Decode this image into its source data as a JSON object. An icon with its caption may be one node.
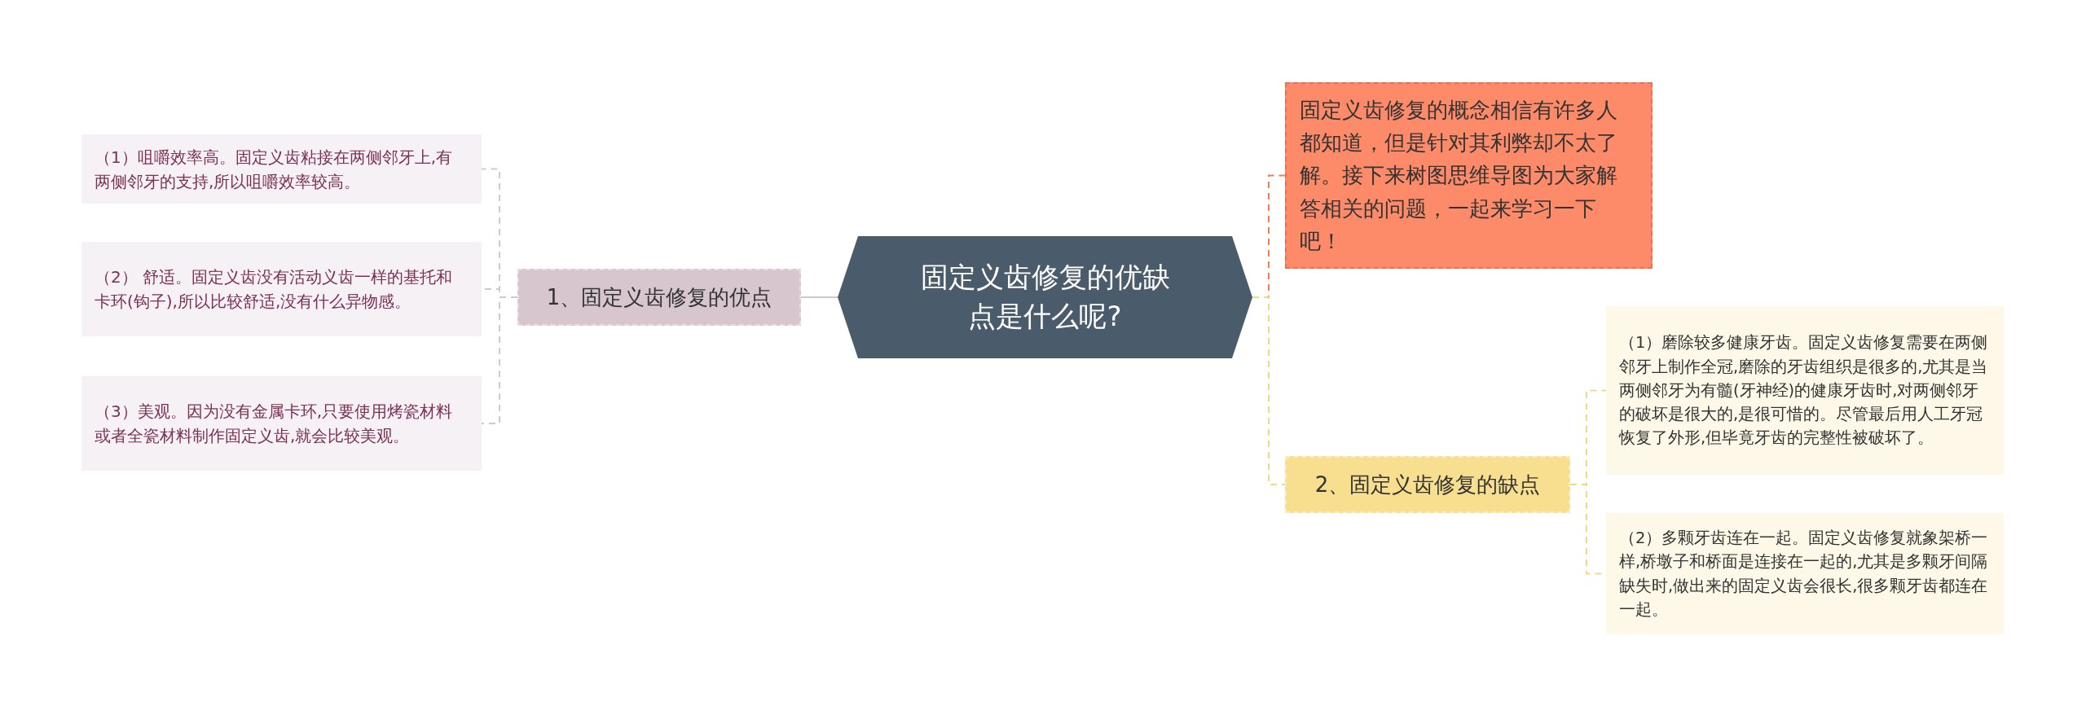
{
  "diagram": {
    "nodes": [
      {
        "text": [
          "固定义齿修复的优缺点是什么呢?"
        ]
      },
      {
        "text": [
          "1、固定义齿修复的优点"
        ]
      },
      {
        "text": [
          "（1）咀嚼效率高。固定义齿粘接在两侧邻牙上,有两侧邻牙的支持,所以咀嚼效率较高。"
        ]
      },
      {
        "text": [
          "（2） 舒适。固定义齿没有活动义齿一样的基托和卡环(钩子),所以比较舒适,没有什么异物感。"
        ]
      },
      {
        "text": [
          "（3）美观。因为没有金属卡环,只要使用烤瓷材料或者全瓷材料制作固定义齿,就会比较美观。"
        ]
      },
      {
        "text": [
          "固定义齿修复的概念相信有许多人都知道，但是针对其利弊却不太了解。接下来树图思维导图为大家解答相关的问题，一起来学习一下吧！"
        ]
      },
      {
        "text": [
          "2、固定义齿修复的缺点"
        ]
      },
      {
        "text": [
          "（1）磨除较多健康牙齿。固定义齿修复需要在两侧邻牙上制作全冠,磨除的牙齿组织是很多的,尤其是当两侧邻牙为有髓(牙神经)的健康牙齿时,对两侧邻牙的破坏是很大的,是很可惜的。尽管最后用人工牙冠恢复了外形,但毕竟牙齿的完整性被破坏了。"
        ]
      },
      {
        "text": [
          "（2）多颗牙齿连在一起。固定义齿修复就象架桥一样,桥墩子和桥面是连接在一起的,尤其是多颗牙间隔缺失时,做出来的固定义齿会很长,很多颗牙齿都连在一起。"
        ]
      }
    ],
    "edges": [
      {
        "from": 0,
        "to": 1,
        "arrow": "none",
        "color": "#d5c3cb"
      },
      {
        "from": 1,
        "to": 2,
        "arrow": "none",
        "style": "dashed"
      },
      {
        "from": 1,
        "to": 3,
        "arrow": "none",
        "style": "dashed"
      },
      {
        "from": 1,
        "to": 4,
        "arrow": "none",
        "style": "dashed"
      },
      {
        "from": 0,
        "to": 5,
        "arrow": "none",
        "style": "dashed",
        "color": "#ef7d5c"
      },
      {
        "from": 0,
        "to": 6,
        "arrow": "none",
        "style": "dashed",
        "color": "#f2d98a"
      },
      {
        "from": 6,
        "to": 7,
        "arrow": "none",
        "style": "dashed",
        "color": "#f2d98a"
      },
      {
        "from": 6,
        "to": 8,
        "arrow": "none",
        "style": "dashed",
        "color": "#f2d98a"
      }
    ]
  }
}
